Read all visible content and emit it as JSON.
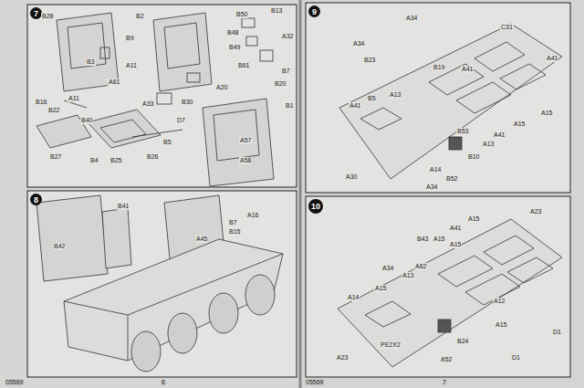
{
  "diagram": {
    "nodes": [
      {
        "text": [
          "7"
        ]
      },
      {
        "text": [
          "8"
        ]
      },
      {
        "text": [
          "9"
        ]
      },
      {
        "text": [
          "10"
        ]
      }
    ],
    "labels": [
      "B28",
      "B2",
      "B9",
      "B3",
      "A11",
      "A61",
      "B50",
      "B13",
      "B48",
      "B49",
      "A32",
      "B61",
      "B7",
      "A20",
      "B20",
      "B16",
      "B22",
      "A11",
      "B40",
      "B30",
      "A33",
      "D7",
      "B5",
      "B1",
      "B27",
      "B4",
      "B25",
      "B26",
      "A57",
      "A58",
      "B41",
      "B42",
      "B7",
      "B15",
      "A16",
      "A45",
      "A34",
      "A34",
      "C31",
      "B23",
      "B19",
      "A41",
      "A41",
      "A13",
      "B5",
      "A41",
      "A41",
      "A15",
      "A15",
      "A13",
      "B10",
      "A14",
      "B53",
      "A30",
      "B52",
      "A34",
      "A23",
      "A15",
      "A41",
      "B43",
      "A15",
      "A15",
      "A34",
      "A13",
      "A62",
      "A15",
      "A14",
      "A12",
      "A15",
      "PE2X2",
      "D1",
      "D1",
      "A23",
      "A52",
      "B24",
      "05569",
      "6",
      "05569",
      "7"
    ]
  }
}
